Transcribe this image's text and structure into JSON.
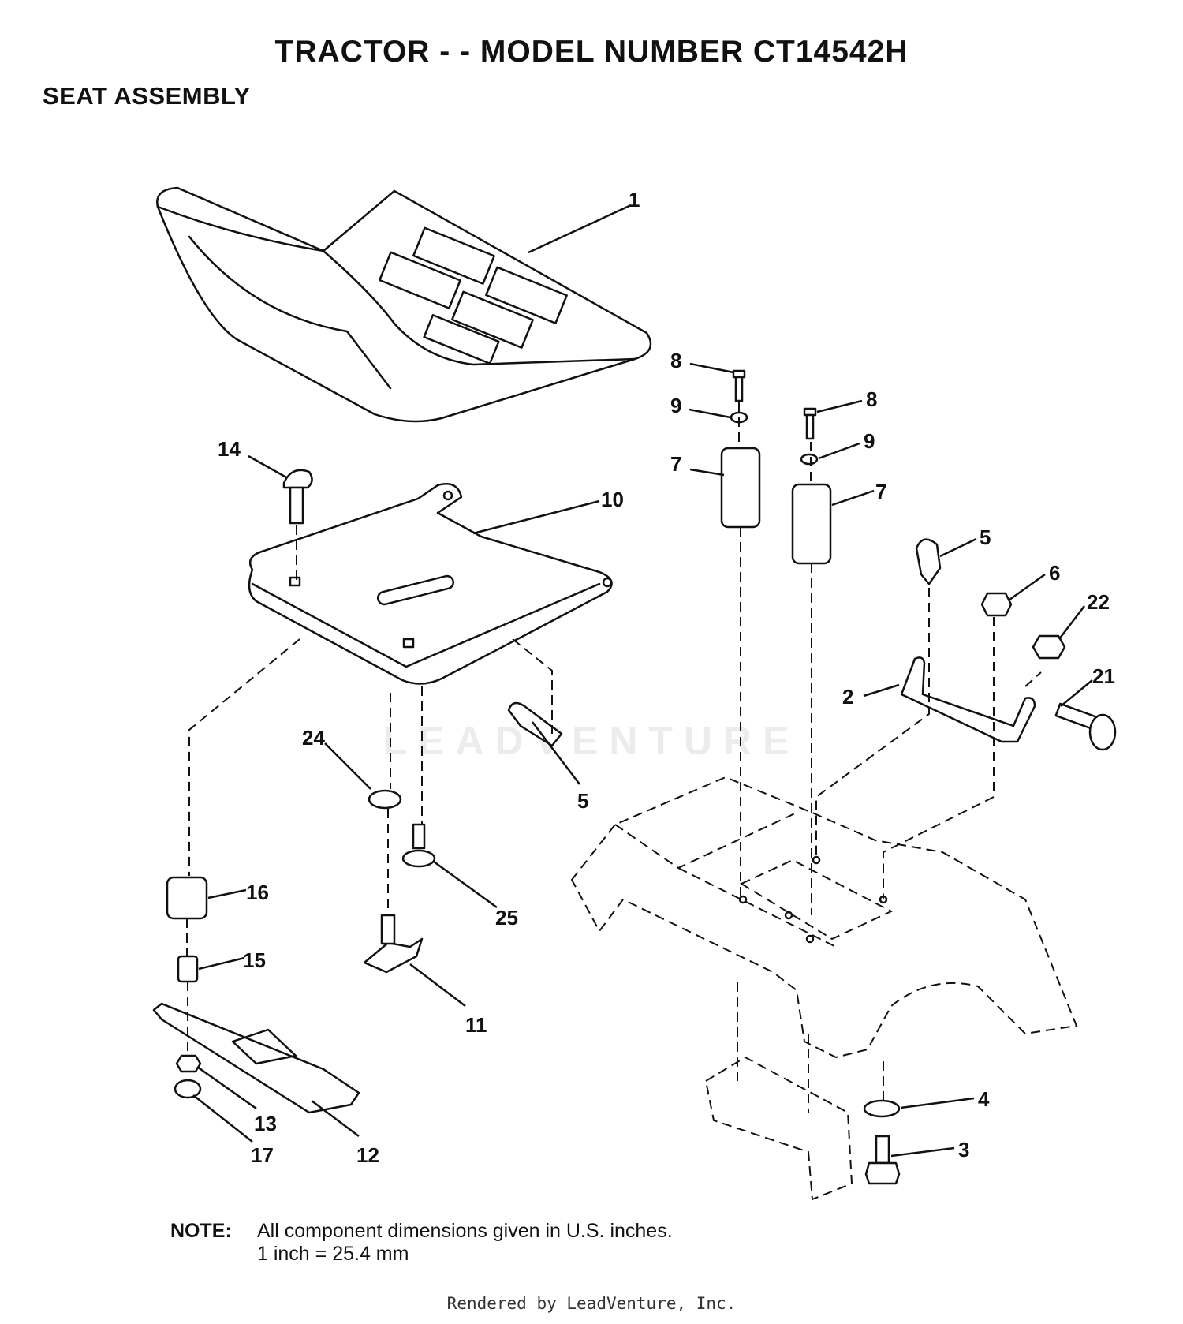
{
  "header": {
    "title": "TRACTOR - - MODEL NUMBER CT14542H",
    "subtitle": "SEAT ASSEMBLY"
  },
  "callouts": [
    {
      "id": "c1",
      "label": "1"
    },
    {
      "id": "c2",
      "label": "2"
    },
    {
      "id": "c3",
      "label": "3"
    },
    {
      "id": "c4",
      "label": "4"
    },
    {
      "id": "c5a",
      "label": "5"
    },
    {
      "id": "c5b",
      "label": "5"
    },
    {
      "id": "c6",
      "label": "6"
    },
    {
      "id": "c7a",
      "label": "7"
    },
    {
      "id": "c7b",
      "label": "7"
    },
    {
      "id": "c8a",
      "label": "8"
    },
    {
      "id": "c8b",
      "label": "8"
    },
    {
      "id": "c9a",
      "label": "9"
    },
    {
      "id": "c9b",
      "label": "9"
    },
    {
      "id": "c10",
      "label": "10"
    },
    {
      "id": "c11",
      "label": "11"
    },
    {
      "id": "c12",
      "label": "12"
    },
    {
      "id": "c13",
      "label": "13"
    },
    {
      "id": "c14",
      "label": "14"
    },
    {
      "id": "c15",
      "label": "15"
    },
    {
      "id": "c16",
      "label": "16"
    },
    {
      "id": "c17",
      "label": "17"
    },
    {
      "id": "c21",
      "label": "21"
    },
    {
      "id": "c22",
      "label": "22"
    },
    {
      "id": "c24",
      "label": "24"
    },
    {
      "id": "c25",
      "label": "25"
    }
  ],
  "note": {
    "label": "NOTE:",
    "line1": "All component dimensions given in U.S. inches.",
    "line2": "1 inch = 25.4 mm"
  },
  "watermark": "LEADVENTURE",
  "credit": "Rendered by LeadVenture, Inc."
}
